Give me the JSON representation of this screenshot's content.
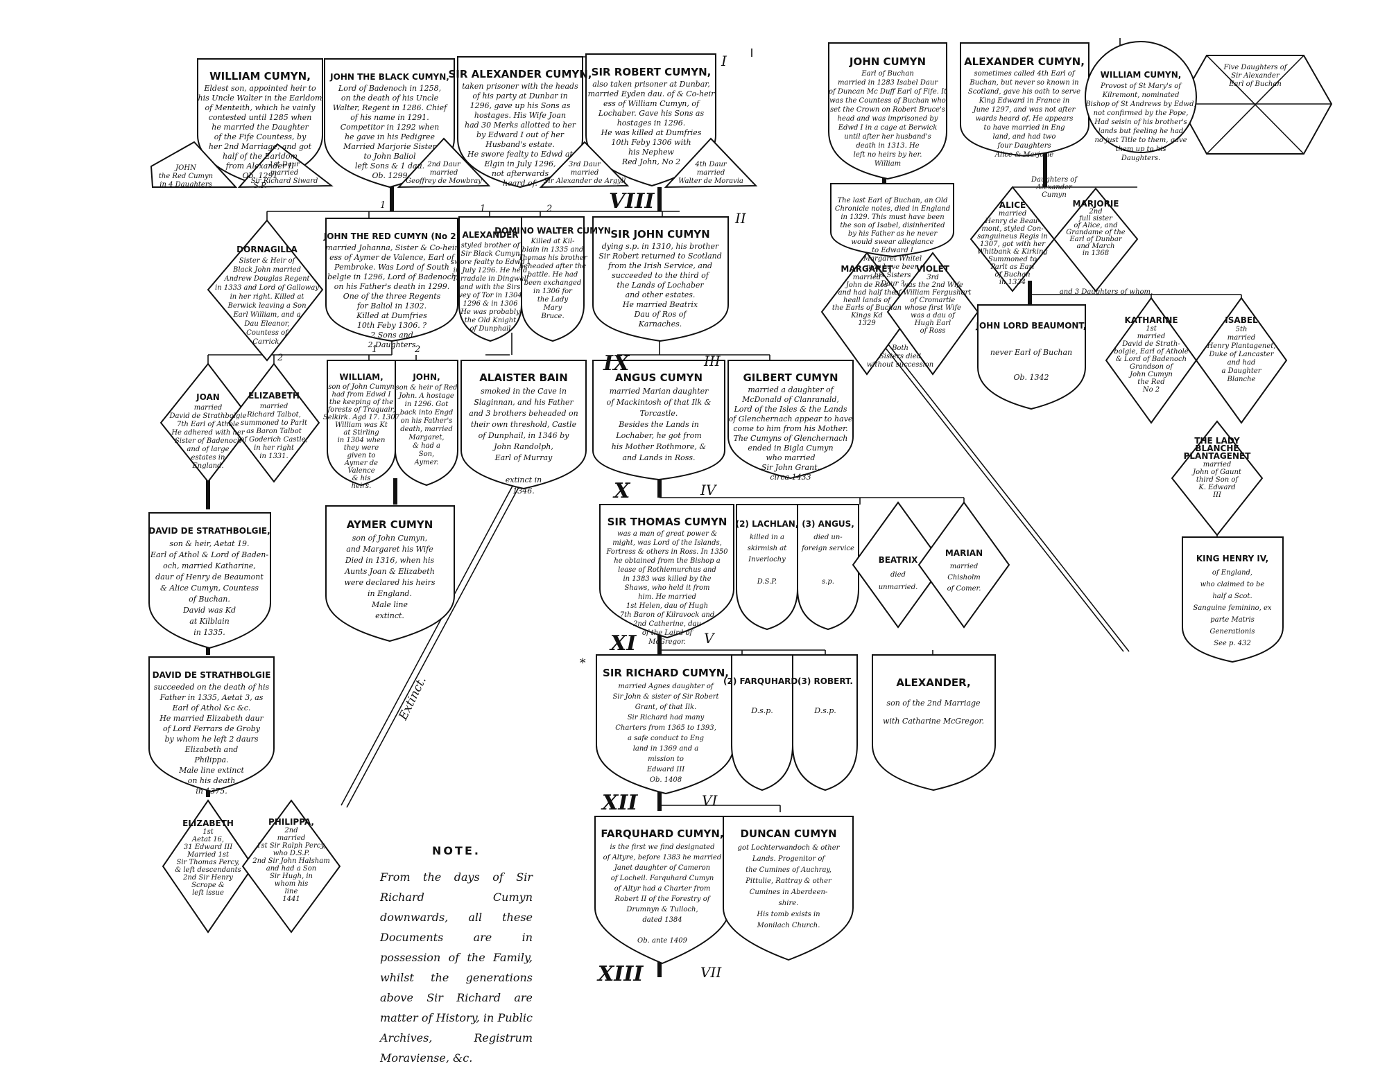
{
  "generations": {
    "g1": "I",
    "g2": "II",
    "g3": "III",
    "g4": "IV",
    "g5": "V",
    "g6": "VI",
    "g7": "VII",
    "g8": "VIII",
    "g9": "IX",
    "g10": "X",
    "g11": "XI",
    "g12": "XII",
    "g13": "XIII"
  },
  "numbers": {
    "n1": "1",
    "n2": "2",
    "n1b": "1",
    "n2b": "2",
    "n1c": "1",
    "n2c": "2"
  },
  "extinct_label": "Extinct.",
  "asterisk": "*",
  "boxes": {
    "william": {
      "name": "WILLIAM CUMYN,",
      "lines": [
        "Eldest son, appointed heir to",
        "his Uncle Walter in the Earldom",
        "of Menteith, which he vainly",
        "contested until 1285 when",
        "he married the Daughter",
        "of the Fife Countess, by",
        "her 2nd Marriage, and got",
        "half of the Earldom",
        "from Alexander II",
        "Ob. 1291",
        "S.P."
      ]
    },
    "black": {
      "name": "JOHN THE BLACK CUMYN,",
      "lines": [
        "Lord of Badenoch in 1258,",
        "on the death of his Uncle",
        "Walter, Regent in 1286. Chief",
        "of his name in 1291.",
        "Competitor in 1292 when",
        "he gave in his Pedigree",
        "Married Marjorie Sister",
        "to John Baliol",
        "left Sons & 1 dau.",
        "Ob. 1299"
      ]
    },
    "sir_alex": {
      "name": "SIR ALEXANDER CUMYN,",
      "lines": [
        "taken prisoner with the heads",
        "of his party at Dunbar in",
        "1296, gave up his Sons as",
        "hostages. His Wife Joan",
        "had 30 Merks allotted to her",
        "by Edward I out of her",
        "Husband's estate.",
        "He swore fealty to Edwd at",
        "Elgin in July 1296,",
        "not afterwards",
        "heard of."
      ]
    },
    "sir_robert": {
      "name": "SIR ROBERT CUMYN,",
      "lines": [
        "also taken prisoner at Dunbar,",
        "married Eyden dau. of & Co-heir",
        "ess of William Cumyn, of",
        "Lochaber. Gave his Sons as",
        "hostages in 1296.",
        "He was killed at Dumfries",
        "10th Feby 1306 with",
        "his Nephew",
        "Red John, No 2"
      ]
    },
    "jc_buchan": {
      "name": "JOHN CUMYN",
      "lines": [
        "Earl of Buchan",
        "married in 1283 Isabel Daur",
        "of Duncan Mc Duff Earl of Fife. It",
        "was the Countess of Buchan who",
        "set the Crown on Robert Bruce's",
        "head and was imprisoned by",
        "Edwd I in a cage at Berwick",
        "until after her husband's",
        "death in 1313. He",
        "left no heirs by her.",
        "William"
      ]
    },
    "alex_buchan": {
      "name": "ALEXANDER CUMYN,",
      "lines": [
        "sometimes called 4th Earl of",
        "Buchan, but never so known in",
        "Scotland, gave his oath to serve",
        "King Edward in France in",
        "June 1297, and was not after",
        "wards heard of. He appears",
        "to have married in Eng",
        "land, and had two",
        "four Daughters",
        "Alice & Marjorie"
      ]
    },
    "william_cumyn_r": {
      "name": "WILLIAM CUMYN,",
      "lines": [
        "Provost of St Mary's of",
        "Kilremont, nominated",
        "Bishop of St Andrews by Edwd,",
        "not confirmed by the Pope,",
        "Had seisin of his brother's",
        "lands but feeling he had",
        "no just Title to them, gave",
        "them up to his",
        "Daughters."
      ]
    },
    "red_john": {
      "name": "JOHN THE RED CUMYN (No 2)",
      "lines": [
        "married Johanna, Sister & Co-heir",
        "ess of Aymer de Valence, Earl of",
        "Pembroke. Was Lord of South",
        "belgie in 1296, Lord of Badenoch",
        "on his Father's death in 1299.",
        "One of the three Regents",
        "for Baliol in 1302.",
        "Killed at Dumfries",
        "10th Feby 1306. ?",
        "2 Sons and",
        "2 Daughters"
      ]
    },
    "alex2": {
      "name": "ALEXANDER",
      "lines": [
        "styled brother of",
        "Sir Black Cumyn",
        "swore fealty to Edwd I",
        "in July 1296. He held",
        "Tarradale in Dingwall",
        "and with the Sirs",
        "vey of Tor in 1304",
        "1296 & in 1306",
        "He was probably",
        "the Old Knight",
        "of Dunphail"
      ]
    },
    "domino": {
      "name": "DOMINO WALTER CUMYN",
      "lines": [
        "Killed at Kil-",
        "blain in 1335 and",
        "Thomas his brother",
        "beheaded after the",
        "battle. He had",
        "been exchanged",
        "in 1306 for",
        "the Lady",
        "Mary",
        "Bruce."
      ]
    },
    "sir_john": {
      "name": "SIR JOHN CUMYN",
      "lines": [
        "dying s.p. in 1310, his brother",
        "Sir Robert returned to Scotland",
        "from the Irish Service, and",
        "succeeded to the third of",
        "the Lands of Lochaber",
        "and other estates.",
        "He married Beatrix",
        "Dau of Ros of",
        "Karnaches."
      ]
    },
    "dornagilla": {
      "name": "DORNAGILLA",
      "lines": [
        "Sister & Heir of",
        "Black John married",
        "Andrew Douglas Regent",
        "in 1333 and Lord of Galloway",
        "in her right. Killed at",
        "Berwick leaving a Son",
        "Earl William, and a",
        "Dau Eleanor,",
        "Countess of",
        "Carrick."
      ]
    },
    "joan": {
      "name": "JOAN",
      "lines": [
        "married",
        "David de Strathbolgie",
        "7th Earl of Athole",
        "He adhered with her",
        "Sister of Badenoch",
        "and of large",
        "estates in",
        "England."
      ]
    },
    "elizabeth1": {
      "name": "ELIZABETH",
      "lines": [
        "married",
        "Richard Talbot,",
        "summoned to Parlt",
        "as Baron Talbot",
        "of Goderich Castle,",
        "in her right",
        "in 1331."
      ]
    },
    "william2": {
      "name": "WILLIAM,",
      "lines": [
        "son of John Cumyn",
        "had from Edwd I",
        "the keeping of the",
        "forests of Traquair,",
        "Selkirk. Agd 17. 1307",
        "William was Kt",
        "at Stirling",
        "in 1304 when",
        "they were",
        "given to",
        "Aymer de",
        "Valence",
        "& his",
        "heirs."
      ]
    },
    "john2": {
      "name": "JOHN,",
      "lines": [
        "son & heir of Red",
        "John. A hostage",
        "in 1296. Got",
        "back into Engd",
        "on his Father's",
        "death, married",
        "Margaret,",
        "& had a",
        "Son,",
        "Aymer."
      ]
    },
    "alaister": {
      "name": "ALAISTER BAIN",
      "lines": [
        "smoked in the Cave in",
        "Slaginnan, and his Father",
        "and 3 brothers beheaded on",
        "their own threshold, Castle",
        "of Dunphail, in 1346 by",
        "John Randolph,",
        "Earl of Murray",
        "",
        "extinct in",
        "1346."
      ]
    },
    "angus": {
      "name": "ANGUS CUMYN",
      "lines": [
        "married Marian daughter",
        "of Mackintosh of that Ilk &",
        "Torcastle.",
        "Besides the Lands in",
        "Lochaber, he got from",
        "his Mother Rothmore, &",
        "and Lands in Ross."
      ]
    },
    "gilbert": {
      "name": "GILBERT CUMYN",
      "lines": [
        "married a daughter of",
        "McDonald of Clanranald,",
        "Lord of the Isles & the Lands",
        "of Glenchernach appear to have",
        "come to him from his Mother.",
        "The Cumyns of Glenchernach",
        "ended in Bigla Cumyn",
        "who married",
        "Sir John Grant.",
        "circa 1433"
      ]
    },
    "david1": {
      "name": "DAVID DE STRATHBOLGIE,",
      "lines": [
        "son & heir, Aetat 19.",
        "Earl of Athol & Lord of Baden-",
        "och, married Katharine,",
        "daur of Henry de Beaumont",
        "& Alice Cumyn, Countess",
        "of Buchan.",
        "David was Kd",
        "at Kilblain",
        "in 1335."
      ]
    },
    "aymer": {
      "name": "AYMER CUMYN",
      "lines": [
        "son of John Cumyn,",
        "and Margaret his Wife",
        "Died in 1316, when his",
        "Aunts Joan & Elizabeth",
        "were declared his heirs",
        "in England.",
        "Male line",
        "extinct."
      ]
    },
    "sir_thomas": {
      "name": "SIR THOMAS CUMYN",
      "lines": [
        "was a man of great power &",
        "might, was Lord of the Islands,",
        "Fortress & others in Ross. In 1350",
        "he obtained from the Bishop a",
        "lease of Rothiemurchus and",
        "in 1383 was killed by the",
        "Shaws, who held it from",
        "him. He married",
        "1st Helen, dau of Hugh",
        "7th Baron of Kilravock and",
        "2nd Catherine, dau",
        "of the Laird of",
        "McGregor."
      ]
    },
    "lachlan": {
      "name": "(2) LACHLAN,",
      "lines": [
        "killed in a",
        "skirmish at",
        "Inverlochy",
        "",
        "D.S.P."
      ]
    },
    "angus3": {
      "name": "(3) ANGUS,",
      "lines": [
        "died un-",
        "foreign service",
        "",
        "",
        "s.p."
      ]
    },
    "beatrix": {
      "name": "BEATRIX",
      "lines": [
        "died",
        "unmarried."
      ]
    },
    "marian": {
      "name": "MARIAN",
      "lines": [
        "married",
        "Chisholm",
        "of Comer."
      ]
    },
    "sir_richard": {
      "name": "SIR RICHARD CUMYN,",
      "lines": [
        "married Agnes daughter of",
        "Sir John & sister of Sir Robert",
        "Grant, of that Ilk.",
        "Sir Richard had many",
        "Charters from 1365 to 1393,",
        "a safe conduct to Eng",
        "land in 1369 and a",
        "mission to",
        "Edward III",
        "Ob. 1408"
      ]
    },
    "farquhard2": {
      "name": "(2) FARQUHARD.",
      "lines": [
        "D.s.p."
      ]
    },
    "robert3": {
      "name": "(3) ROBERT.",
      "lines": [
        "D.s.p."
      ]
    },
    "alexander_b": {
      "name": "ALEXANDER,",
      "lines": [
        "son of the 2nd Marriage",
        "with Catharine McGregor."
      ]
    },
    "david2": {
      "name": "DAVID DE STRATHBOLGIE",
      "lines": [
        "succeeded on the death of his",
        "Father in 1335, Aetat 3, as",
        "Earl of Athol &c &c.",
        "He married Elizabeth daur",
        "of Lord Ferrars de Groby",
        "by whom he left 2 daurs",
        "Elizabeth and",
        "Philippa.",
        "Male line extinct",
        "on his death",
        "in 1375."
      ]
    },
    "farquhard": {
      "name": "FARQUHARD CUMYN,",
      "lines": [
        "is the first we find designated",
        "of Altyre, before 1383 he married",
        "Janet daughter of Cameron",
        "of Locheil. Farquhard Cumyn",
        "of Altyr had a Charter from",
        "Robert II of the Forestry of",
        "Drumnyn & Tulloch,",
        "dated 1384",
        "",
        "Ob. ante 1409"
      ]
    },
    "duncan": {
      "name": "DUNCAN CUMYN",
      "lines": [
        "got Lochterwandoch & other",
        "Lands. Progenitor of",
        "the Cumines of Auchray,",
        "Pittulie, Rattray & other",
        "Cumines in Aberdeen-",
        "shire.",
        "His tomb exists in",
        "Monilach Church."
      ]
    },
    "john_beaumont": {
      "name": "JOHN LORD BEAUMONT,",
      "lines": [
        "never Earl of Buchan",
        "Ob. 1342"
      ]
    },
    "henry_iv": {
      "name": "KING HENRY IV,",
      "lines": [
        "of England,",
        "who claimed to be",
        "half a Scot.",
        "Sanguine feminino, ex",
        "parte Matris",
        "Generationis",
        "See p. 432"
      ]
    },
    "last_earl": {
      "lines": [
        "The last Earl of Buchan, an Old",
        "Chronicle notes, died in England",
        "in 1329. This must have been",
        "the son of Isabel, disinherited",
        "by his Father as he never",
        "would swear allegiance",
        "to Edward I",
        "Margaret Whitel",
        "may have been",
        "his Sisters",
        "Daur ?"
      ]
    }
  },
  "diamonds": {
    "john_red_cumyn": {
      "lines": [
        "JOHN",
        "the Red Cumyn",
        "in 4 Daughters"
      ]
    },
    "dau1": {
      "lines": [
        "1st Daur",
        "married",
        "Sir Richard Siward"
      ]
    },
    "dau2": {
      "lines": [
        "2nd Daur",
        "married",
        "Geoffrey de Mowbray"
      ]
    },
    "dau3": {
      "lines": [
        "3rd Daur",
        "married",
        "Sir Alexander de Argyll"
      ]
    },
    "dau4": {
      "lines": [
        "4th Daur",
        "married",
        "Walter de Moravia"
      ]
    },
    "five_daughters": {
      "lines": [
        "Five Daughters of",
        "Sir Alexander",
        "Earl of Buchan"
      ]
    },
    "alice": {
      "name": "ALICE",
      "lines": [
        "married",
        "Henry de Beau-",
        "mont, styled Con-",
        "sanguineus Regis in",
        "1307, got with her",
        "Whitbank & Kirking",
        "Summoned to",
        "Parlt as Earl",
        "of Buchan",
        "in 1334"
      ]
    },
    "marjorie": {
      "name": "MARJORIE",
      "lines": [
        "2nd",
        "full sister",
        "of Alice, and",
        "Grandame of the",
        "Earl of Dunbar",
        "and March",
        "in 1368"
      ]
    },
    "daughters_alex": {
      "lines": [
        "Daughters of",
        "Alexander",
        "Cumyn"
      ]
    },
    "margaret": {
      "name": "MARGARET",
      "lines": [
        "married",
        "John de Ros",
        "and had half the",
        "heall lands of",
        "the Earls of Buchan",
        "Kings Kd",
        "1329"
      ]
    },
    "violet": {
      "name": "VIOLET",
      "lines": [
        "3rd",
        "was the 2nd Wife",
        "of William Fergushart",
        "of Cromartie",
        "whose first Wife",
        "was a dau of",
        "Hugh Earl",
        "of Ross"
      ]
    },
    "both_sisters": {
      "lines": [
        "Both",
        "Sisters died",
        "without succession"
      ]
    },
    "katharine": {
      "name": "KATHARINE",
      "lines": [
        "1st",
        "married",
        "David de Strath-",
        "bolgie, Earl of Athole",
        "& Lord of Badenoch",
        "Grandson of",
        "John Cumyn",
        "the Red",
        "No 2"
      ]
    },
    "isabel": {
      "name": "ISABEL",
      "lines": [
        "5th",
        "married",
        "Henry Plantagenet,",
        "Duke of Lancaster",
        "and had",
        "a Daughter",
        "Blanche"
      ]
    },
    "blanche": {
      "name": "THE LADY BLANCHE PLANTAGENET",
      "lines": [
        "married",
        "John of Gaunt",
        "third Son of",
        "K. Edward",
        "III"
      ]
    },
    "elizabeth2": {
      "name": "ELIZABETH",
      "lines": [
        "1st",
        "Aetat 16,",
        "31 Edward III",
        "Married 1st",
        "Sir Thomas Percy,",
        "& left descendants",
        "2nd Sir Henry",
        "Scrope &",
        "left issue"
      ]
    },
    "philippa": {
      "name": "PHILIPPA,",
      "lines": [
        "2nd",
        "married",
        "1st Sir Ralph Percy,",
        "who D.S.P.",
        "2nd Sir John Halsham",
        "and had a Son",
        "Sir Hugh, in",
        "whom his",
        "line",
        "1441"
      ]
    },
    "and_three": {
      "lines": [
        "and 3 Daughters of whom,"
      ]
    }
  },
  "note": {
    "title": "NOTE.",
    "text": "From the days of Sir Richard Cumyn downwards, all these Documents are in possession of the Family, whilst the generations above Sir Richard are matter of History, in Public Archives, Registrum Moraviense, &c."
  }
}
